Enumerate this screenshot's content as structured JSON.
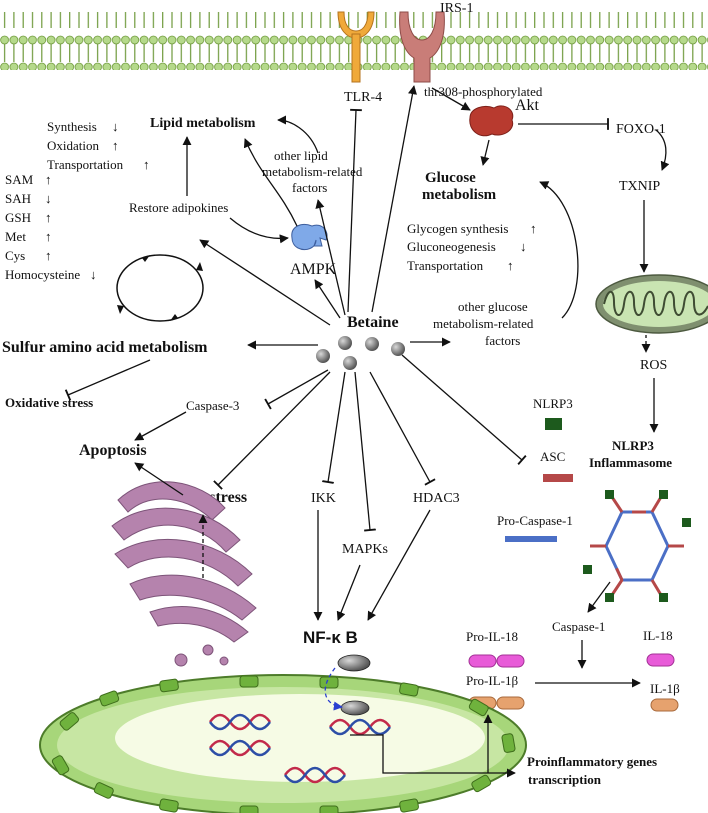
{
  "membrane": {
    "receptor_tlr4": "TLR-4",
    "receptor_irs1": "IRS-1"
  },
  "akt": {
    "label": "Akt",
    "phospho_note": "thr308-phosphorylated"
  },
  "foxo": "FOXO-1",
  "txnip": "TXNIP",
  "ros": "ROS",
  "lipid": {
    "title": "Lipid metabolism",
    "items": [
      "Synthesis",
      "Oxidation",
      "Transportation"
    ],
    "arrows": [
      "↓",
      "↑",
      "↑"
    ],
    "restore": "Restore adipokines",
    "other_factors": [
      "other lipid",
      "metabolism-related",
      "factors"
    ]
  },
  "ampk": "AMPK",
  "glucose": {
    "title": [
      "Glucose",
      "metabolism"
    ],
    "items": [
      "Glycogen synthesis",
      "Gluconeogenesis",
      "Transportation"
    ],
    "arrows": [
      "↑",
      "↓",
      "↑"
    ],
    "other_factors": [
      "other glucose",
      "metabolism-related",
      "factors"
    ]
  },
  "sulfur": {
    "items": [
      "SAM",
      "SAH",
      "GSH",
      "Met",
      "Cys",
      "Homocysteine"
    ],
    "arrows": [
      "↑",
      "↓",
      "↑",
      "↑",
      "↑",
      "↓"
    ],
    "title": "Sulfur amino acid metabolism",
    "oxidative": "Oxidative stress"
  },
  "betaine": "Betaine",
  "apoptosis": {
    "caspase3": "Caspase-3",
    "title": "Apoptosis",
    "er_stress": "ER stress"
  },
  "signaling": {
    "ikk": "IKK",
    "mapks": "MAPKs",
    "hdac3": "HDAC3",
    "nfkb": "NF-κ B"
  },
  "inflammasome": {
    "nlrp3": "NLRP3",
    "asc": "ASC",
    "pro_caspase1": "Pro-Caspase-1",
    "title": [
      "NLRP3",
      "Inflammasome"
    ],
    "caspase1": "Caspase-1",
    "pro_il18": "Pro-IL-18",
    "pro_il1b": "Pro-IL-1β",
    "il18": "IL-18",
    "il1b": "IL-1β"
  },
  "transcription": [
    "Proinflammatory genes",
    "transcription"
  ],
  "colors": {
    "membrane_head": "#b5d98b",
    "membrane_tail": "#6f9a3c",
    "tlr4": "#f0a93a",
    "irs1": "#c97d78",
    "akt": "#b83a2f",
    "ampk": "#7fa9e8",
    "mito_outer": "#7f8f6f",
    "mito_inner": "#c9e4b2",
    "er": "#b583ad",
    "nucleus": "#a7d67a",
    "nucleoplasm": "#f6fbe5",
    "il18": "#e85bd8",
    "il1b": "#e6a26e",
    "nlrp3": "#1d5a1d",
    "asc": "#b54848",
    "pro_caspase1": "#4b6fc6",
    "dna_red": "#c22a4a",
    "dna_blue": "#2d4ea6"
  }
}
